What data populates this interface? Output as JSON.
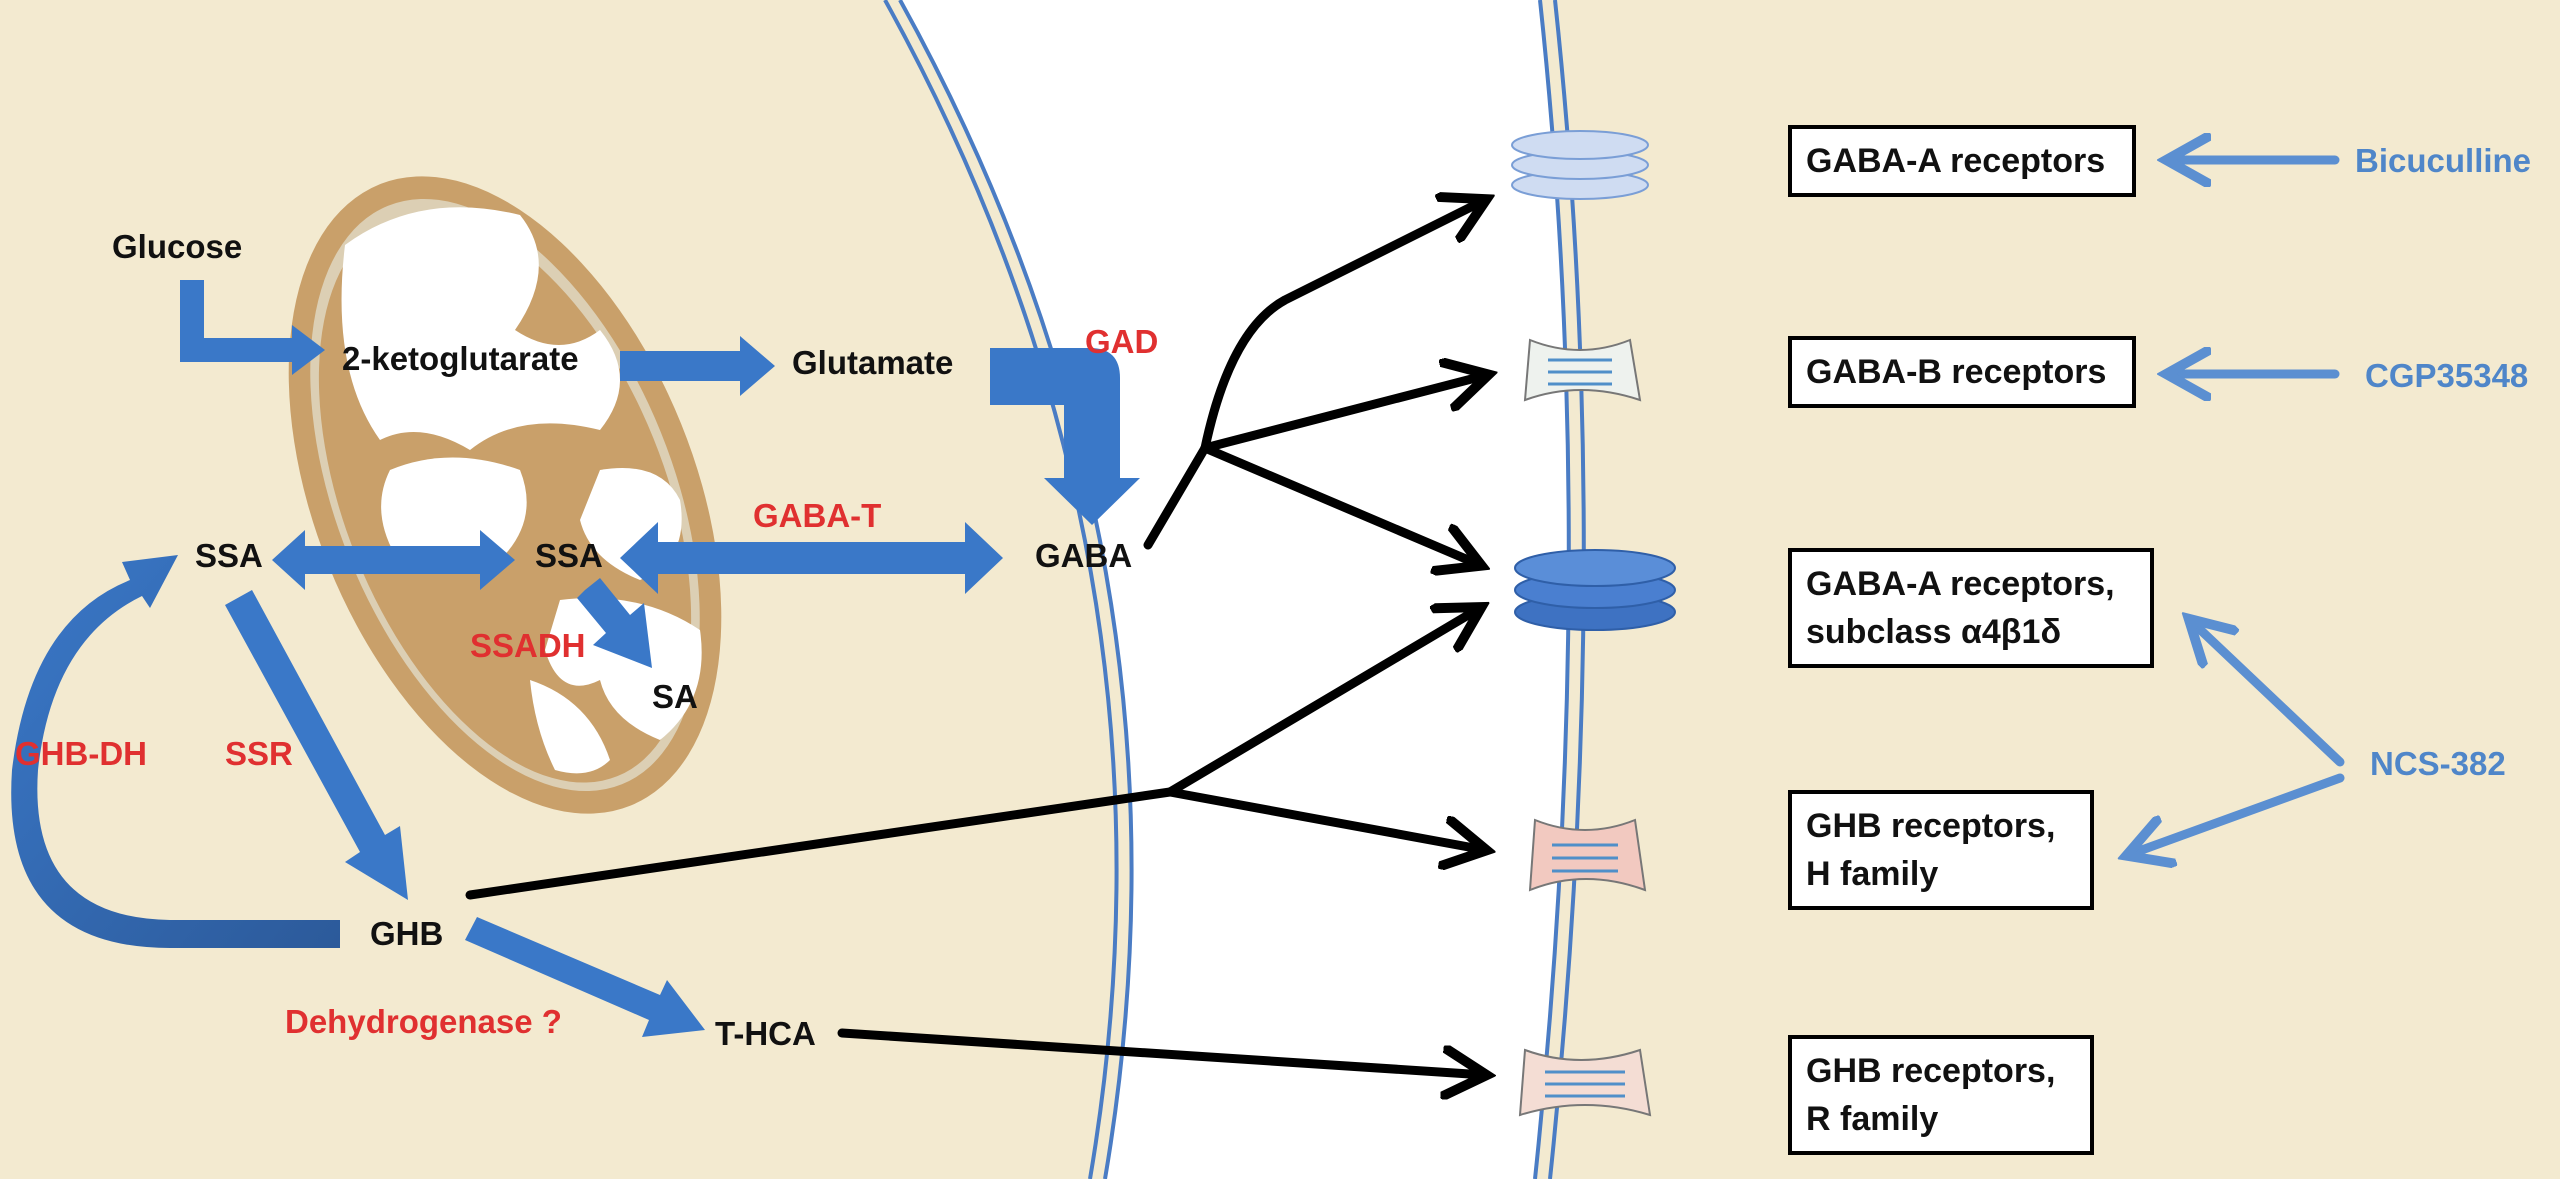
{
  "metabolites": {
    "glucose": "Glucose",
    "ketoglutarate": "2-ketoglutarate",
    "glutamate": "Glutamate",
    "gaba": "GABA",
    "ssa_left": "SSA",
    "ssa_mito": "SSA",
    "sa": "SA",
    "ghb": "GHB",
    "thca": "T-HCA"
  },
  "enzymes": {
    "gad": "GAD",
    "gaba_t": "GABA-T",
    "ssadh": "SSADH",
    "ghb_dh": "GHB-DH",
    "ssr": "SSR",
    "dehydrogenase": "Dehydrogenase ?"
  },
  "receptors": [
    {
      "line1": "GABA-A receptors",
      "line2": ""
    },
    {
      "line1": "GABA-B receptors",
      "line2": ""
    },
    {
      "line1": "GABA-A receptors,",
      "line2": "subclass α4β1δ"
    },
    {
      "line1": "GHB receptors,",
      "line2": "H family"
    },
    {
      "line1": "GHB receptors,",
      "line2": "R family"
    }
  ],
  "antagonists": {
    "bicuculline": "Bicuculline",
    "cgp": "CGP35348",
    "ncs": "NCS-382"
  },
  "colors": {
    "background": "#f3ead0",
    "pathway_arrow": "#3a78c8",
    "enzyme_text": "#e03030",
    "antagonist": "#4f86c9",
    "mitochondrion": "#c9a06a",
    "membrane": "#4a7cc4"
  }
}
